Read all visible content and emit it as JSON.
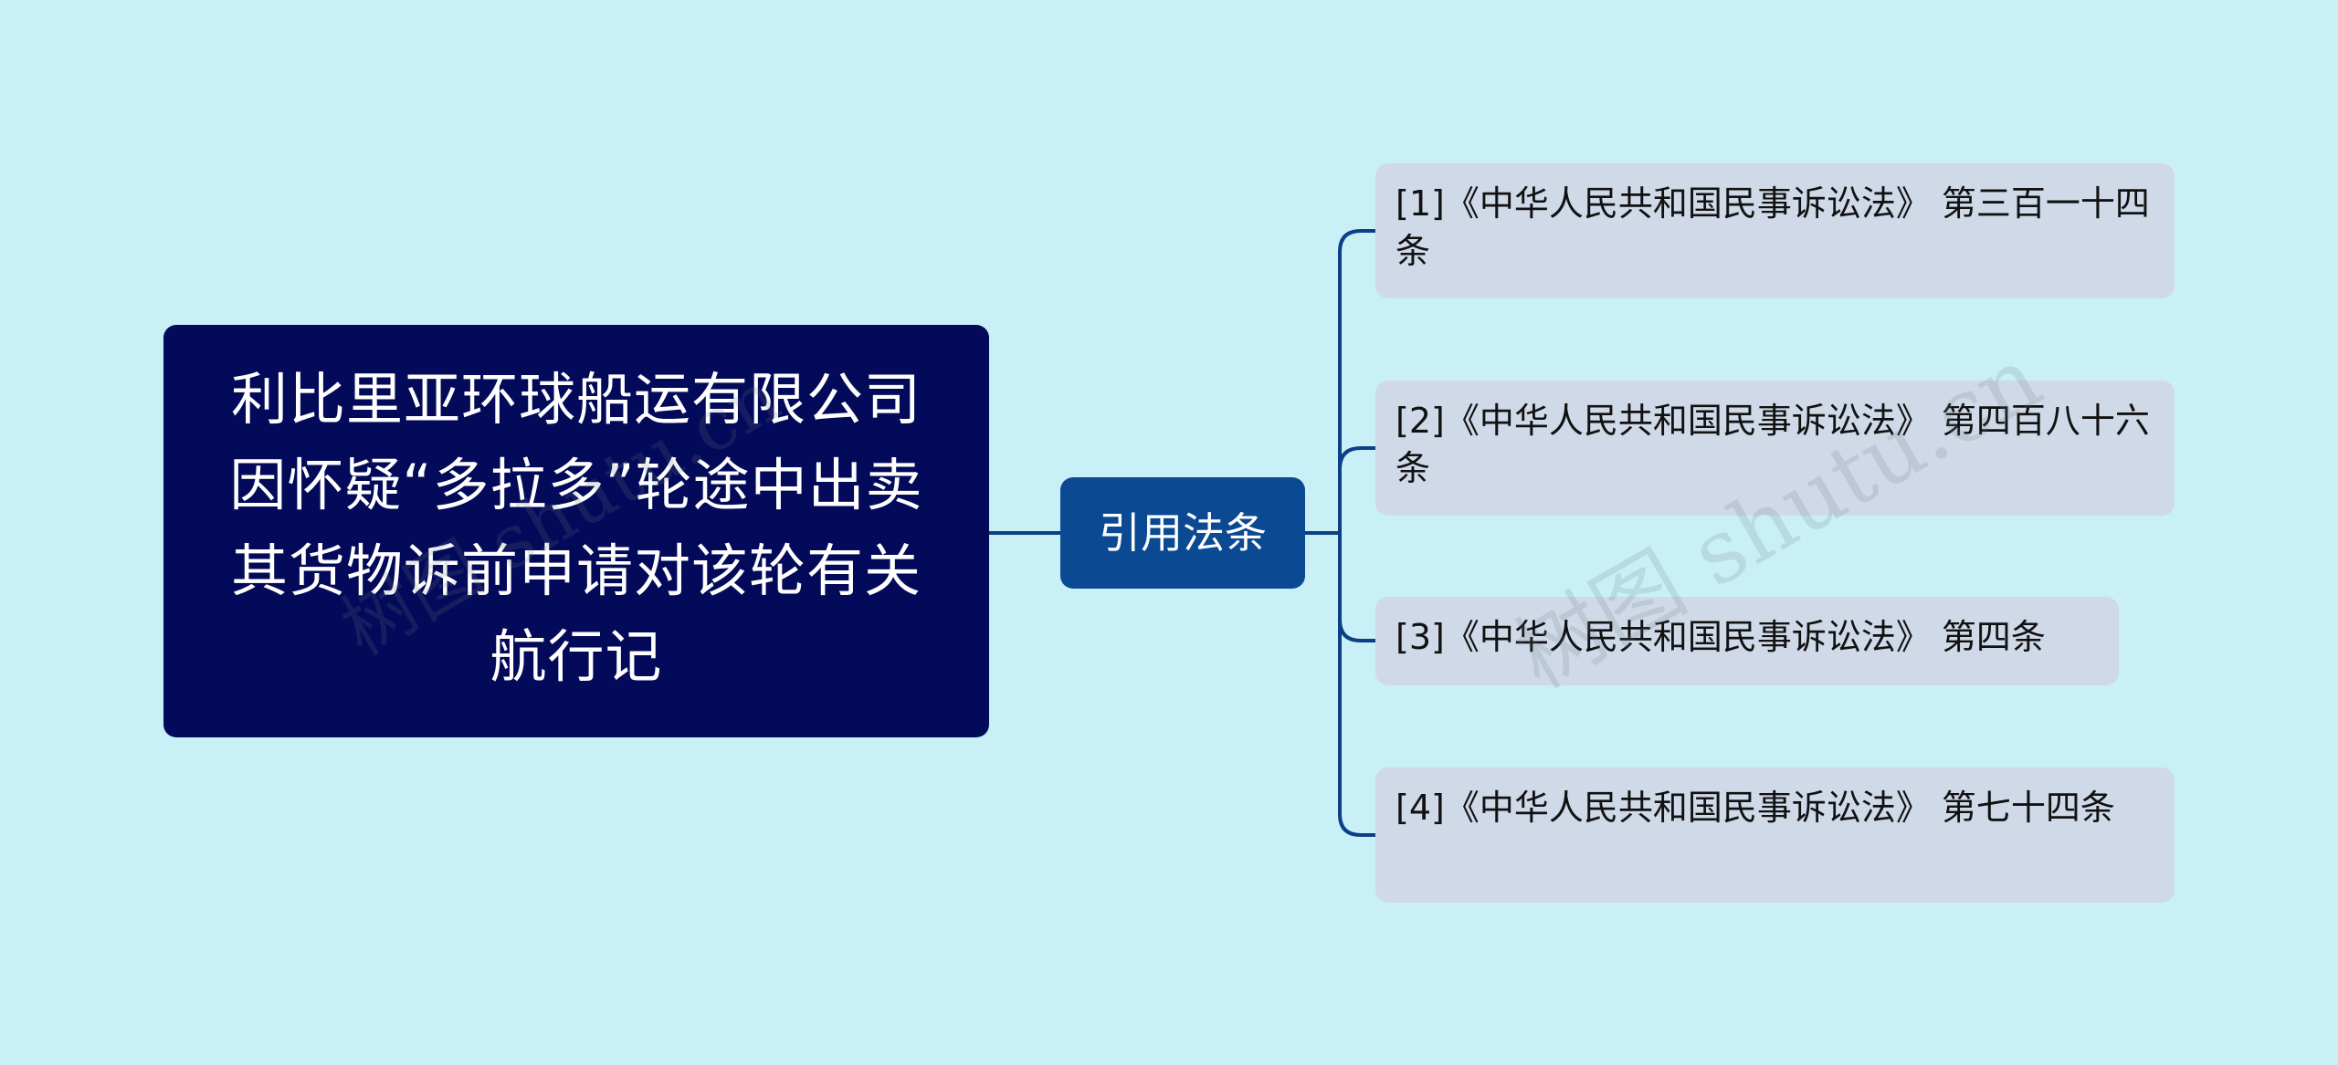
{
  "diagram": {
    "root": {
      "text": "利比里亚环球船运有限公司因怀疑“多拉多”轮途中出卖其货物诉前申请对该轮有关航行记"
    },
    "branch": {
      "text": "引用法条"
    },
    "leaves": [
      {
        "text": "[1]《中华人民共和国民事诉讼法》 第三百一十四条"
      },
      {
        "text": "[2]《中华人民共和国民事诉讼法》 第四百八十六条"
      },
      {
        "text": "[3]《中华人民共和国民事诉讼法》 第四条"
      },
      {
        "text": "[4]《中华人民共和国民事诉讼法》 第七十四条"
      }
    ]
  },
  "watermark": {
    "text": "树图 shutu.cn"
  },
  "colors": {
    "background": "#c8f0f6",
    "root_fill": "#030a5a",
    "branch_fill": "#0b4a93",
    "leaf_fill": "#cfd9e8",
    "connector": "#0b3f86"
  }
}
